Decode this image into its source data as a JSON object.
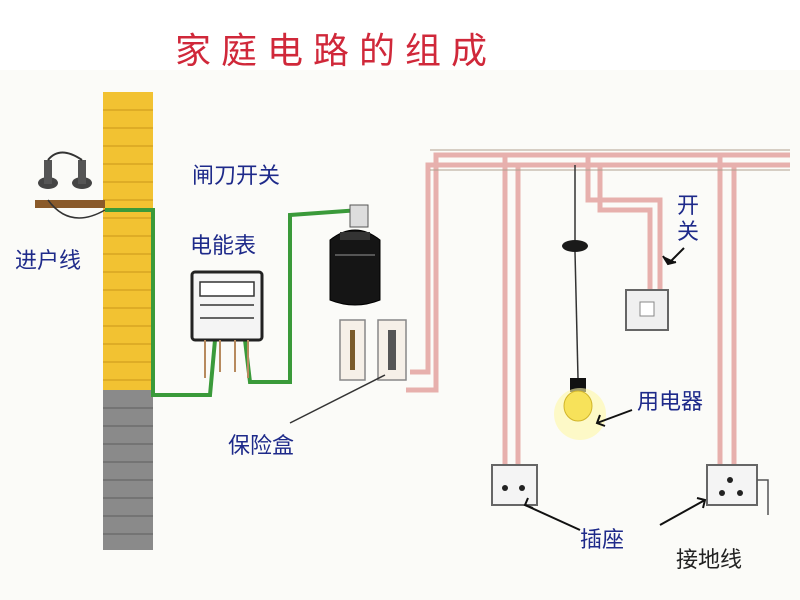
{
  "title": "家庭电路的组成",
  "labels": {
    "incoming_line": "进户线",
    "knife_switch": "闸刀开关",
    "meter": "电能表",
    "fuse_box": "保险盒",
    "switch_char1": "开",
    "switch_char2": "关",
    "appliance": "用电器",
    "socket": "插座",
    "ground_wire": "接地线"
  },
  "colors": {
    "title": "#d0283a",
    "label": "#1e2a8a",
    "brick": "#f2c232",
    "brick_lower": "#8a8a8a",
    "wire_green": "#3a9a3a",
    "wire_pink": "#e7b0ad"
  }
}
